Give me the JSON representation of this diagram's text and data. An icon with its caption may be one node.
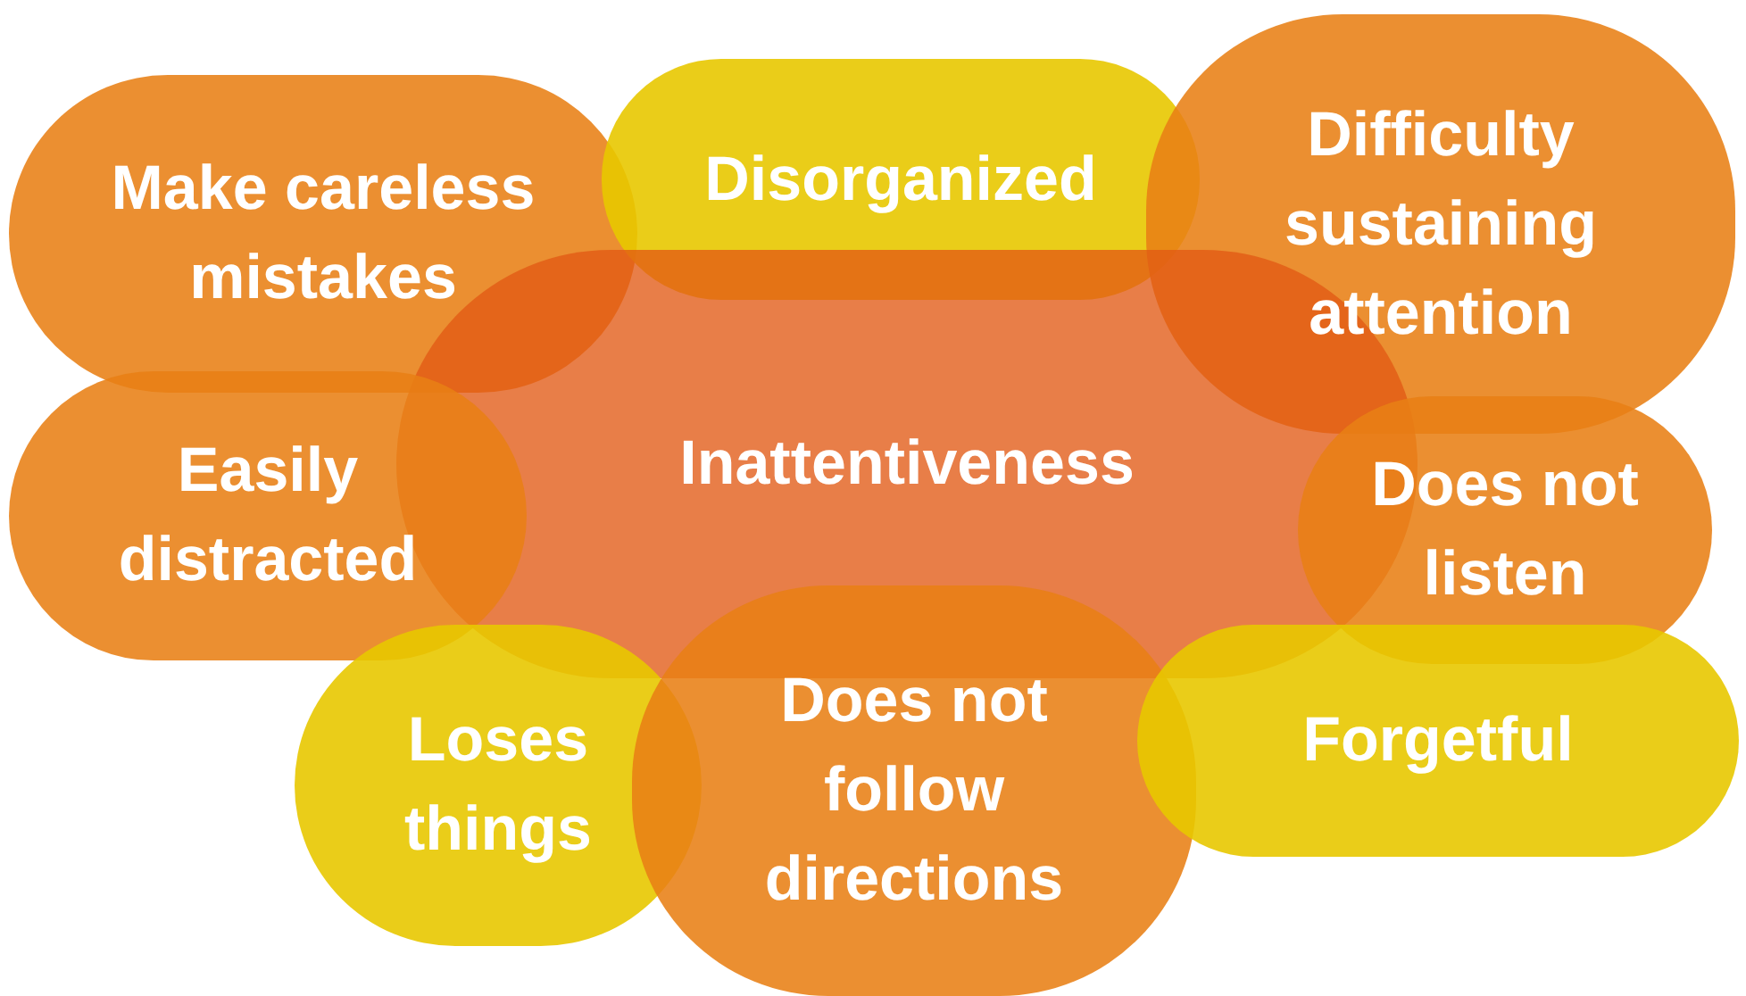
{
  "diagram": {
    "nodes": [
      {
        "text": [
          "Make careless mistakes"
        ]
      },
      {
        "text": [
          "Disorganized"
        ]
      },
      {
        "text": [
          "Difficulty sustaining attention"
        ]
      },
      {
        "text": [
          "Inattentiveness"
        ]
      },
      {
        "text": [
          "Easily distracted"
        ]
      },
      {
        "text": [
          "Does not listen"
        ]
      },
      {
        "text": [
          "Loses things"
        ]
      },
      {
        "text": [
          "Does not follow directions"
        ]
      },
      {
        "text": [
          "Forgetful"
        ]
      }
    ]
  }
}
